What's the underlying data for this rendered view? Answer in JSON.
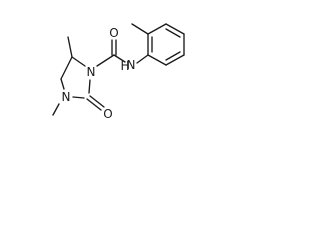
{
  "molecule": {
    "atoms": {
      "carbonyl_oxygen_top": "O",
      "amide_nitrogen": "N",
      "amide_hydrogen": "H",
      "ring_nitrogen_upper": "N",
      "ring_nitrogen_lower": "N",
      "ring_carbonyl_oxygen": "O"
    }
  },
  "colors": {
    "bond": "#1a1a1a",
    "label": "#1a1a1a",
    "background": "#ffffff"
  }
}
